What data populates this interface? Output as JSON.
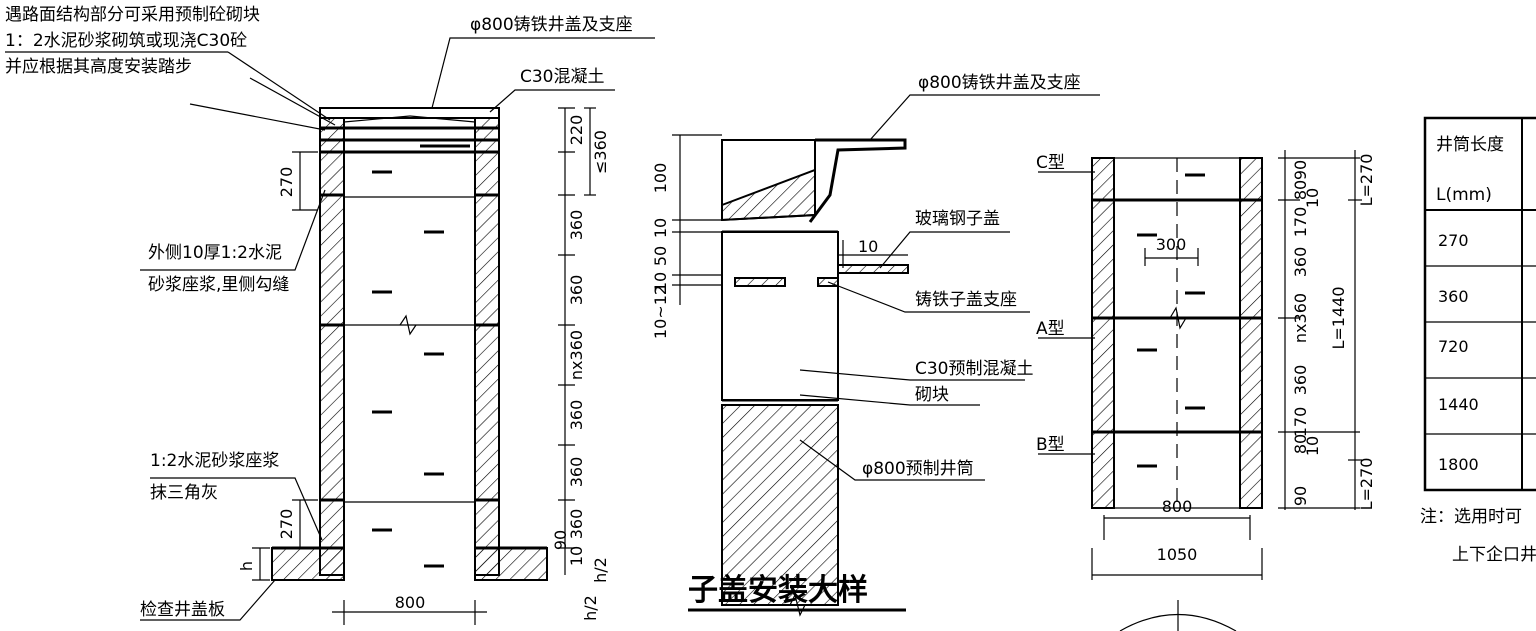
{
  "left": {
    "note1": "遇路面结构部分可采用预制砼砌块",
    "note2": "1：2水泥砂浆砌筑或现浇C30砼",
    "note3": "并应根据其高度安装踏步",
    "cover": "φ800铸铁井盖及支座",
    "c30": "C30混凝土",
    "outer1": "外侧10厚1:2水泥",
    "outer2": "砂浆座浆,里侧勾缝",
    "mortar1": "1:2水泥砂浆座浆",
    "mortar2": "抹三角灰",
    "plate": "检查井盖板",
    "d220": "220",
    "d360a": "≤360",
    "d270top": "270",
    "d360_1": "360",
    "d360_2": "360",
    "dnx360": "nx360",
    "d360_3": "360",
    "d360_4": "360",
    "d360_5": "360",
    "d270bot": "270",
    "d90": "90",
    "d10": "10",
    "dh": "h",
    "dh2a": "h/2",
    "dh2b": "h/2",
    "d800": "800"
  },
  "middle": {
    "cover": "φ800铸铁井盖及支座",
    "frp": "玻璃钢子盖",
    "support": "铸铁子盖支座",
    "precast": "C30预制混凝土",
    "block": "砌块",
    "shaft": "φ800预制井筒",
    "d100": "100",
    "d10a": "10",
    "d50": "50",
    "d10b": "10",
    "d1012": "10~12",
    "d10c": "10",
    "title": "子盖安装大样"
  },
  "right": {
    "typeC": "C型",
    "typeA": "A型",
    "typeB": "B型",
    "d300": "300",
    "d800": "800",
    "d1050": "1050",
    "d90a": "90",
    "d80a": "80",
    "d10a": "10",
    "d170a": "170",
    "d360a": "360",
    "dnx360": "nx360",
    "d360b": "360",
    "d170b": "170",
    "d80b": "80",
    "d10b": "10",
    "d90b": "90",
    "L270a": "L=270",
    "L1440": "L=1440",
    "L270b": "L=270"
  },
  "table": {
    "header1": "井筒长度",
    "header2": "L(mm)",
    "rows": [
      "270",
      "360",
      "720",
      "1440",
      "1800"
    ],
    "note1": "注：选用时可",
    "note2": "上下企口井"
  }
}
